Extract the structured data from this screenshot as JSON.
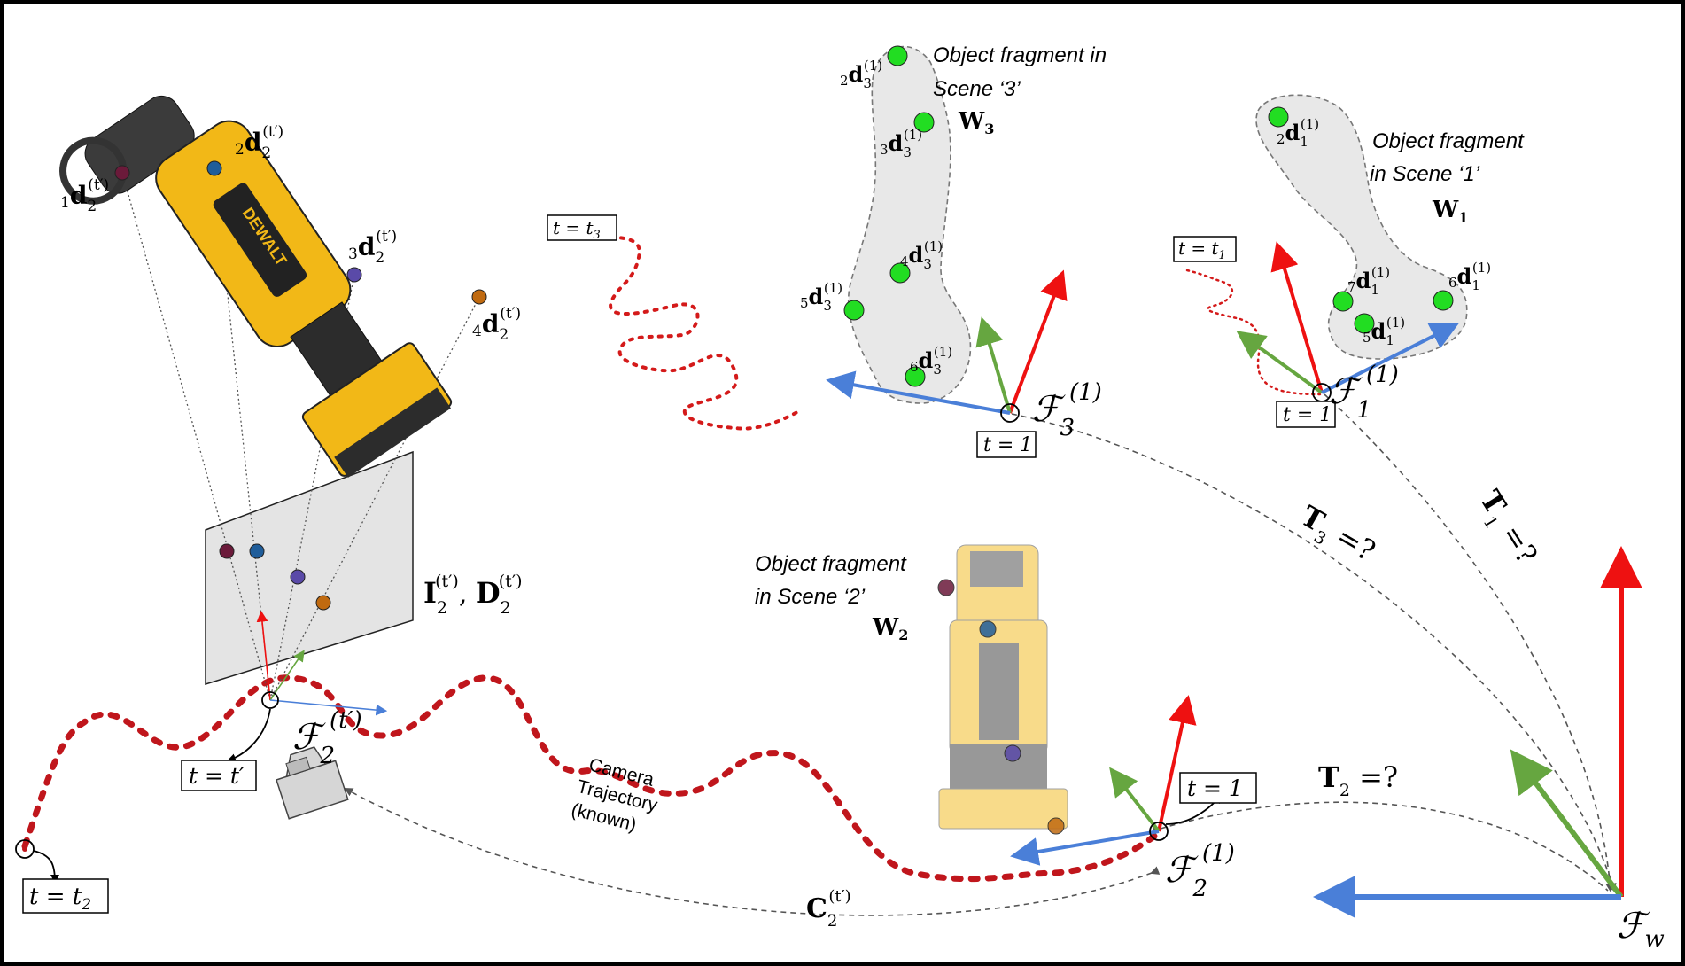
{
  "scene2_tool_label": {
    "line1": "Object fragment",
    "line2": "in Scene ‘2’",
    "W": "W",
    "W_sub": "2"
  },
  "scene3_label": {
    "line1": "Object fragment in",
    "line2": "Scene ‘3’",
    "W": "W",
    "W_sub": "3"
  },
  "scene1_label": {
    "line1": "Object fragment",
    "line2": "in Scene ‘1’",
    "W": "W",
    "W_sub": "1"
  },
  "camera_traj_label": {
    "line1": "Camera",
    "line2": "Trajectory",
    "line3": "(known)"
  },
  "time_boxes": {
    "t3": "t = t",
    "t3_sub": "3",
    "t1": "t = t",
    "t1_sub": "1",
    "t_prime": "t = t′",
    "t2": "t = t",
    "t2_sub": "2",
    "t1_scene3": "t = 1",
    "t1_scene1": "t = 1",
    "t1_scene2": "t = 1"
  },
  "frames": {
    "F": "ℱ",
    "F3_sub": "3",
    "F3_sup": "(1)",
    "F1_sub": "1",
    "F1_sup": "(1)",
    "F2_sub": "2",
    "F2_sup": "(1)",
    "Ft_sub": "2",
    "Ft_sup": "(t′)",
    "Fw_sub": "w"
  },
  "transforms": {
    "T": "T",
    "T3_sub": "3",
    "T1_sub": "1",
    "T2_sub": "2",
    "eq": " =?",
    "C": "C",
    "C_sub": "2",
    "C_sup": "(t′)"
  },
  "image_label": {
    "I": "I",
    "D": "D",
    "sub": "2",
    "sup": "(t′)",
    "comma": ", "
  },
  "tool_points": [
    {
      "pre": "1",
      "d": "d",
      "sub": "2",
      "sup": "(t′)"
    },
    {
      "pre": "2",
      "d": "d",
      "sub": "2",
      "sup": "(t′)"
    },
    {
      "pre": "3",
      "d": "d",
      "sub": "2",
      "sup": "(t′)"
    },
    {
      "pre": "4",
      "d": "d",
      "sub": "2",
      "sup": "(t′)"
    }
  ],
  "scene3_points": [
    {
      "pre": "2",
      "d": "d",
      "sub": "3",
      "sup": "(1)"
    },
    {
      "pre": "3",
      "d": "d",
      "sub": "3",
      "sup": "(1)"
    },
    {
      "pre": "4",
      "d": "d",
      "sub": "3",
      "sup": "(1)"
    },
    {
      "pre": "5",
      "d": "d",
      "sub": "3",
      "sup": "(1)"
    },
    {
      "pre": "6",
      "d": "d",
      "sub": "3",
      "sup": "(1)"
    }
  ],
  "scene1_points": [
    {
      "pre": "2",
      "d": "d",
      "sub": "1",
      "sup": "(1)"
    },
    {
      "pre": "7",
      "d": "d",
      "sub": "1",
      "sup": "(1)"
    },
    {
      "pre": "5",
      "d": "d",
      "sub": "1",
      "sup": "(1)"
    },
    {
      "pre": "6",
      "d": "d",
      "sub": "1",
      "sup": "(1)"
    }
  ],
  "tool_brand": "DEWALT",
  "colors": {
    "red_axis": "#ee1111",
    "green_axis": "#66a640",
    "blue_axis": "#4a7fd8",
    "trajectory": "#c0161c",
    "keypoint_green": "#22dd22",
    "fragment_fill": "#e8e8e8",
    "tool_yellow": "#f2b817",
    "dot_purple_red": "#6b1a3a",
    "dot_blue": "#1f5d9a",
    "dot_violet": "#5a4aa8",
    "dot_orange": "#c06a10"
  }
}
